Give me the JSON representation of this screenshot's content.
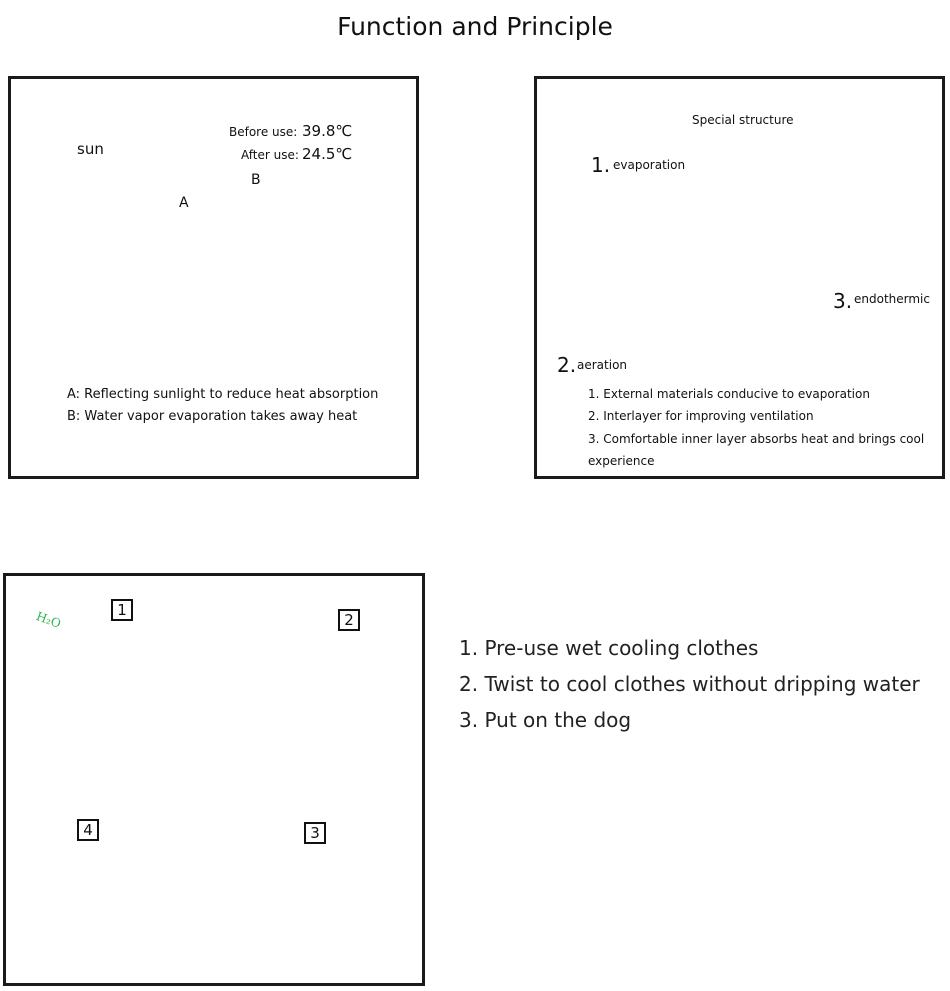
{
  "title": "Function and Principle",
  "left_panel": {
    "sun_label": "sun",
    "before_label": "Before use:",
    "before_value": "39.8℃",
    "after_label": "After use:",
    "after_value": "24.5℃",
    "marker_a": "A",
    "marker_b": "B",
    "notes": [
      "A: Reflecting sunlight to reduce heat absorption",
      "B: Water vapor evaporation takes away heat"
    ]
  },
  "right_panel": {
    "heading": "Special structure",
    "layers": [
      {
        "num": "1.",
        "label": "evaporation",
        "color": "#8cc63f"
      },
      {
        "num": "2.",
        "label": "aeration",
        "color": "#f5a623"
      },
      {
        "num": "3.",
        "label": "endothermic",
        "color": "#3a8fd9"
      }
    ],
    "notes": [
      "1. External materials conducive to evaporation",
      "2. Interlayer for improving ventilation",
      "3. Comfortable inner layer absorbs heat and brings cool",
      "experience"
    ]
  },
  "steps_panel": {
    "bottle_label": "H₂O",
    "step_numbers": [
      "1",
      "2",
      "3",
      "4"
    ],
    "accent_color": "#2db34a"
  },
  "instructions": [
    "1. Pre-use wet cooling clothes",
    "2. Twist to cool clothes without dripping water",
    "3. Put on the dog"
  ]
}
